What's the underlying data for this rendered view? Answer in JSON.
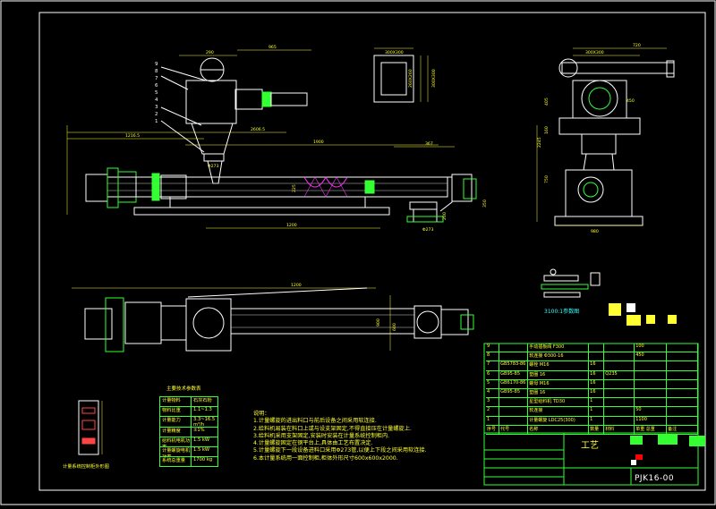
{
  "colors": {
    "background": "#000000",
    "outline": "#ffffff",
    "part": "#00ff00",
    "highlight": "#ff33ff",
    "dimension": "#ffff33",
    "accent": "#33ffff"
  },
  "dims": {
    "top_290": "290",
    "top_965": "965",
    "top_2606": "2606.5",
    "top_1216": "1216.5",
    "top_1900": "1900",
    "top_367": "367",
    "top_1200": "1200",
    "phi273a": "Φ273",
    "phi273b": "Φ273",
    "v_225": "225",
    "v_350": "350",
    "v_200": "200",
    "sq_300": "300X300",
    "sq_260": "260X260",
    "sq_v1": "300X300",
    "side_720": "720",
    "side_300": "300X300",
    "side_450": "450",
    "side_2245": "2245",
    "side_405": "405",
    "side_160": "160",
    "side_750": "750",
    "side_980": "980",
    "plan_1200": "1200",
    "plan_900": "900",
    "plan_600": "600"
  },
  "balloons": [
    "9",
    "8",
    "7",
    "6",
    "5",
    "4",
    "3",
    "2",
    "1"
  ],
  "detail_label": "3100:1参数图",
  "param_title": "主要技术参数表",
  "params": [
    {
      "k": "计量物料",
      "v": "石灰石粉"
    },
    {
      "k": "物料比重",
      "v": "1.1~1.3"
    },
    {
      "k": "计量能力",
      "v": "3.3~16.5 m³/h"
    },
    {
      "k": "计量精度",
      "v": "±1%"
    },
    {
      "k": "给料机电机功率",
      "v": "1.5 kW"
    },
    {
      "k": "计量螺旋电机功率",
      "v": "1.5 kW"
    },
    {
      "k": "系统总重量",
      "v": "1700 kg"
    }
  ],
  "cabinet_label": "计量系统控制柜外形图",
  "notes_title": "说明：",
  "notes": [
    "1.计量螺旋的进出料口与前后设备之间采用软连接.",
    "2.给料机易装在料口上或与设支架固定,不得直接压在计量螺旋上.",
    "3.给料机采用支架固定,安装时安装在计量系统控制柜内.",
    "4.计量螺旋固定在钢平台上,具体由工艺布置决定.",
    "5.计量螺旋下一段设备进料口采用Φ273管,以便上下段之间采用软连接.",
    "6.本计量系统用一面控制柜,柜体外形尺寸600x600x2000."
  ],
  "bom": [
    [
      "9",
      "",
      "手动插板阀 F300",
      "",
      "",
      "100",
      ""
    ],
    [
      "8",
      "",
      "软连接 Φ300-16",
      "",
      "",
      "450",
      ""
    ],
    [
      "7",
      "GB5783-86",
      "螺栓 M16",
      "16",
      "",
      "",
      ""
    ],
    [
      "6",
      "GB95-85",
      "垫圈 16",
      "16",
      "Q235",
      "",
      ""
    ],
    [
      "5",
      "GB6170-86",
      "螺母 M16",
      "16",
      "",
      "",
      ""
    ],
    [
      "4",
      "GB95-85",
      "垫圈 16",
      "16",
      "",
      "",
      ""
    ],
    [
      "3",
      "",
      "星型给料机 TD30",
      "1",
      "",
      "",
      ""
    ],
    [
      "2",
      "",
      "软连接",
      "1",
      "",
      "50",
      ""
    ],
    [
      "1",
      "",
      "计量螺旋 LDC25(300)",
      "1",
      "",
      "1100",
      ""
    ],
    [
      "序号",
      "代号",
      "名称",
      "数量",
      "材料",
      "单重 总重",
      "备注"
    ]
  ],
  "title_name": "工艺",
  "title_code": "PJK16-00"
}
